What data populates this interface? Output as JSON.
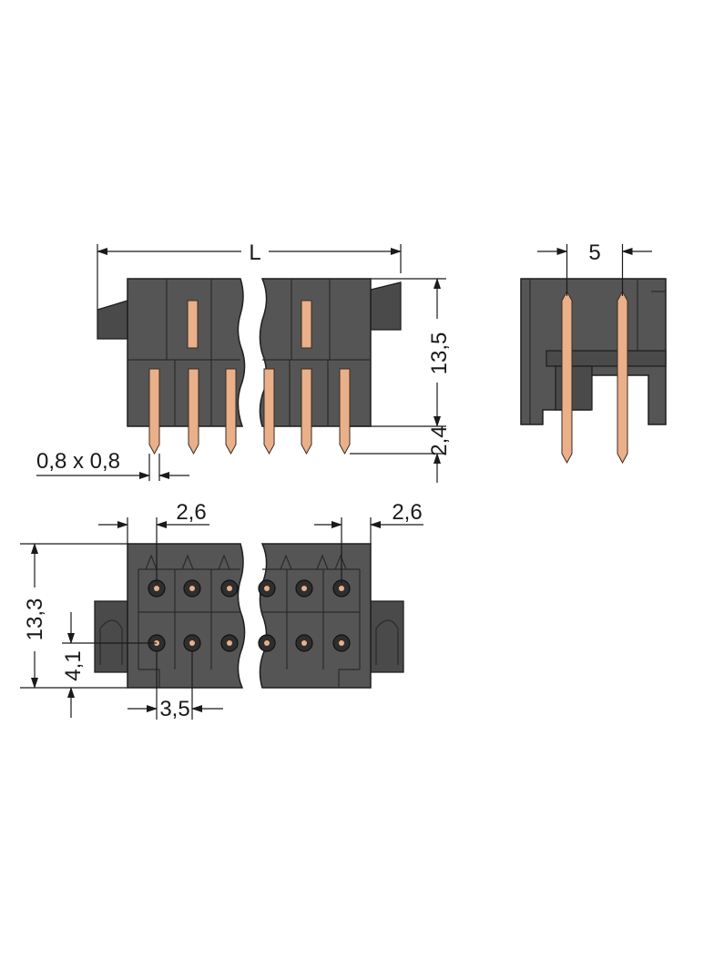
{
  "drawing": {
    "colors": {
      "housing": "#555555",
      "outline": "#1f1f1f",
      "pin": "#e9b08a",
      "dimension": "#1a1a1a"
    },
    "dimensions": {
      "length": "L",
      "height": "13,5",
      "pin_offset": "2,4",
      "pin_size": "0,8 x 0,8",
      "pitch_side": "5",
      "latch_left": "2,6",
      "latch_right": "2,6",
      "width": "13,3",
      "row_offset": "4,1",
      "pitch": "3,5"
    }
  }
}
